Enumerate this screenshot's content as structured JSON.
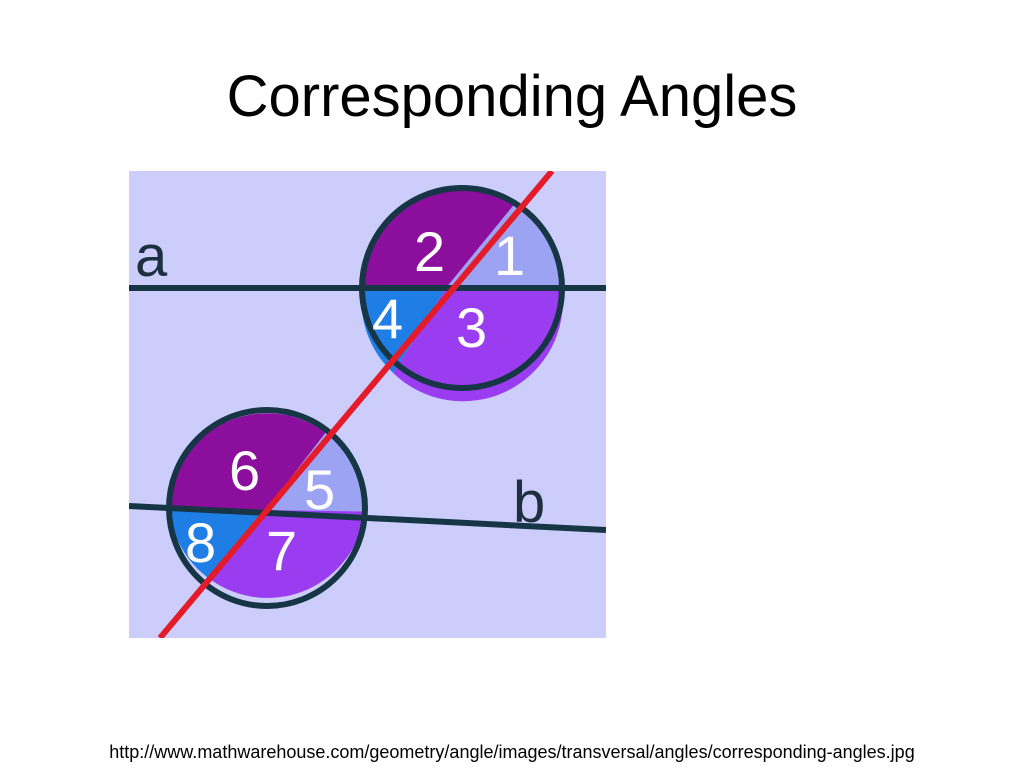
{
  "slide": {
    "title": "Corresponding Angles",
    "source_url": "http://www.mathwarehouse.com/geometry/angle/images/transversal/angles/corresponding-angles.jpg"
  },
  "diagram": {
    "line_labels": {
      "a": "a",
      "b": "b"
    },
    "angle_labels": {
      "1": "1",
      "2": "2",
      "3": "3",
      "4": "4",
      "5": "5",
      "6": "6",
      "7": "7",
      "8": "8"
    },
    "colors": {
      "background": "#cccdfb",
      "line": "#163646",
      "transversal": "#e41c2a",
      "dark_purple": "#8b0f9c",
      "light_purple": "#9da3f3",
      "blue": "#1f7ee6",
      "violet": "#9a3cf0"
    }
  }
}
